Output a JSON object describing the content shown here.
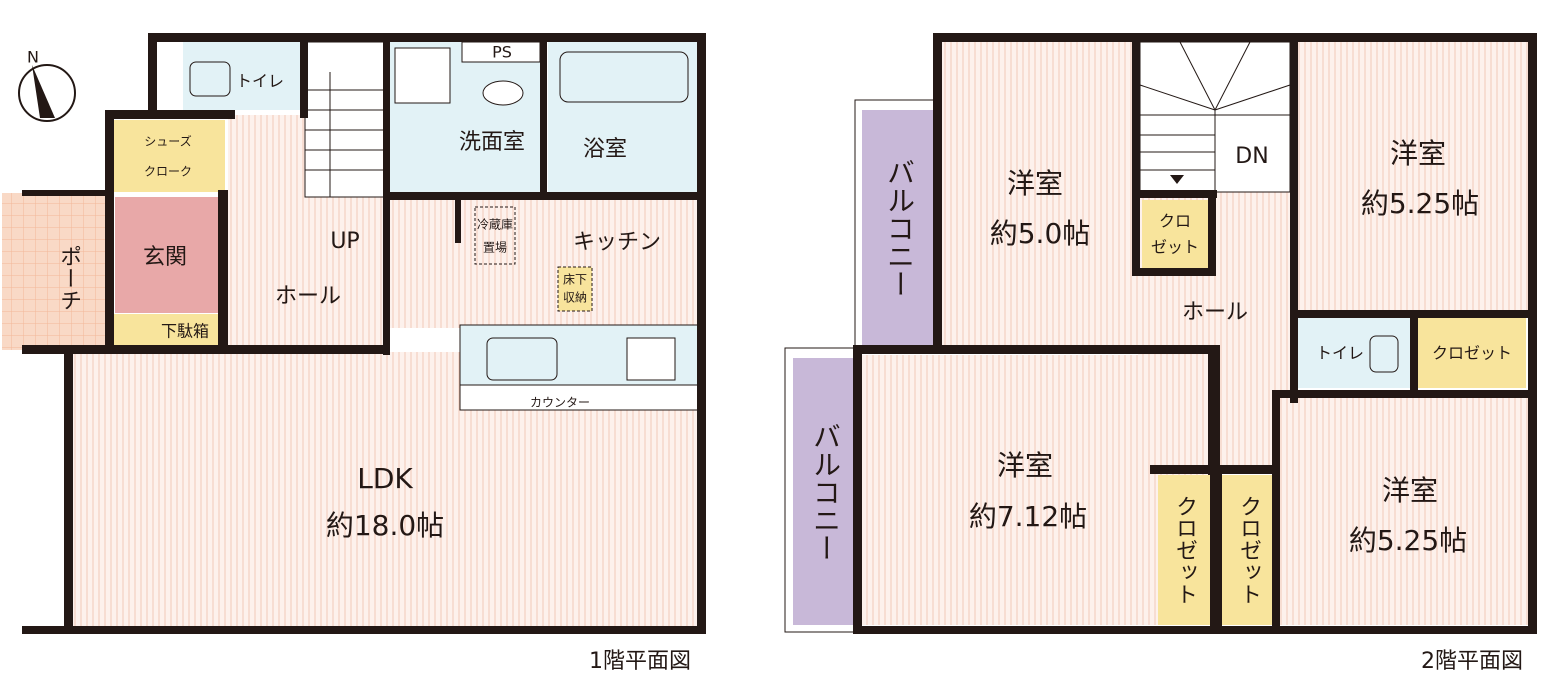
{
  "colors": {
    "wall": "#231815",
    "floor": "#fdf1ec",
    "floor_stripe": "#f1c9b8",
    "wet_room": "#e2f2f6",
    "closet": "#f8e49c",
    "entrance": "#e8a8a8",
    "balcony": "#c8b8d8",
    "porch": "#f9d9c6"
  },
  "compass": {
    "label": "N"
  },
  "floor1": {
    "caption": "1階平面図",
    "rooms": {
      "toilet": "トイレ",
      "washroom": "洗面室",
      "ps": "PS",
      "bath": "浴室",
      "shoe_cloak_1": "シューズ",
      "shoe_cloak_2": "クローク",
      "entrance": "玄関",
      "porch": "ポーチ",
      "shoe_box": "下駄箱",
      "hall": "ホール",
      "stairs_up": "UP",
      "kitchen": "キッチン",
      "fridge_1": "冷蔵庫",
      "fridge_2": "置場",
      "underfloor_1": "床下",
      "underfloor_2": "収納",
      "counter": "カウンター",
      "ldk_name": "LDK",
      "ldk_size": "約18.0帖"
    }
  },
  "floor2": {
    "caption": "2階平面図",
    "rooms": {
      "balcony_upper": "バルコニー",
      "balcony_lower": "バルコニー",
      "room_nw_name": "洋室",
      "room_nw_size": "約5.0帖",
      "room_ne_name": "洋室",
      "room_ne_size": "約5.25帖",
      "stairs_down": "DN",
      "small_closet_1": "クロ",
      "small_closet_2": "ゼット",
      "hall": "ホール",
      "toilet": "トイレ",
      "closet_toilet_side": "クロゼット",
      "room_sw_name": "洋室",
      "room_sw_size": "約7.12帖",
      "closet_a": "クロゼット",
      "closet_b": "クロゼット",
      "room_se_name": "洋室",
      "room_se_size": "約5.25帖"
    }
  }
}
